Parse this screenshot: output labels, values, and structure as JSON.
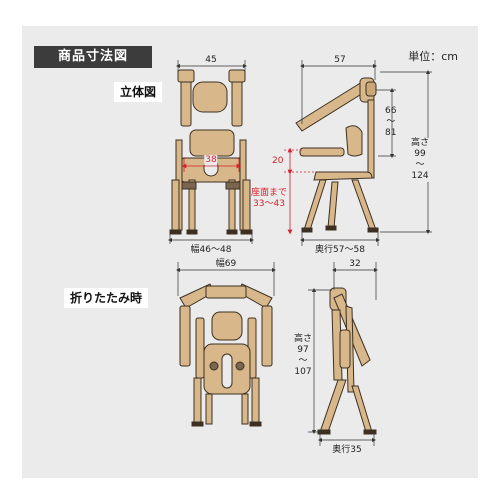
{
  "header": {
    "title": "商品寸法図",
    "unit": "単位：cm"
  },
  "sections": {
    "standing": {
      "label": "立体図",
      "front": {
        "top_width": "45",
        "seat_inner_width": "38",
        "base_width": "幅46～48"
      },
      "side": {
        "depth_top": "57",
        "armrest_h1": "66",
        "armrest_tilde": "～",
        "armrest_h2": "81",
        "height_label": "高さ",
        "height_h1": "99",
        "height_tilde": "～",
        "height_h2": "124",
        "seat_gap": "20",
        "seat_h_label": "座面まで",
        "seat_h_range": "33～43",
        "depth_bottom": "奥行57～58"
      }
    },
    "folded": {
      "label": "折りたたみ時",
      "front": {
        "width": "幅69"
      },
      "side": {
        "depth_top": "32",
        "height_label": "高さ",
        "height_h1": "97",
        "height_tilde": "～",
        "height_h2": "107",
        "depth_bottom": "奥行35"
      }
    }
  },
  "colors": {
    "frame": "#d8b78a",
    "frame_stroke": "#3d3022",
    "panel_bg": "#ebebeb",
    "accent_red": "#d8212b",
    "title_bg": "#3c3c3c"
  }
}
